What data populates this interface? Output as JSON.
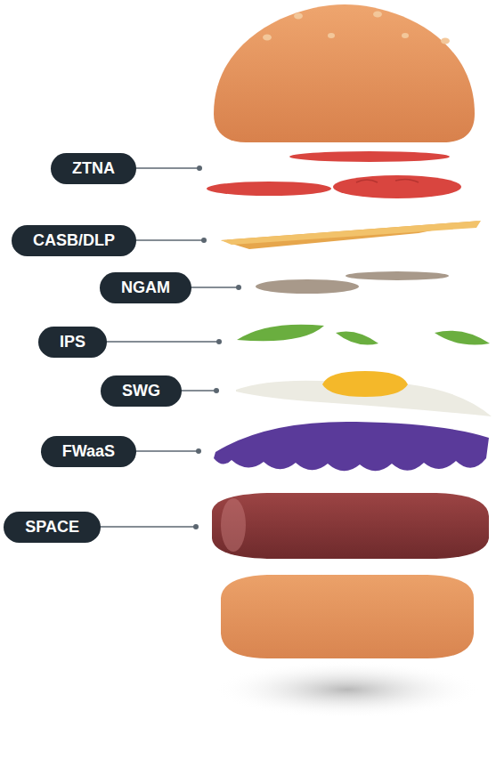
{
  "diagram": {
    "nodes": [
      {
        "text": [
          "ZTNA"
        ]
      },
      {
        "text": [
          "CASB/DLP"
        ]
      },
      {
        "text": [
          "NGAM"
        ]
      },
      {
        "text": [
          "IPS"
        ]
      },
      {
        "text": [
          "SWG"
        ]
      },
      {
        "text": [
          "FWaaS"
        ]
      },
      {
        "text": [
          "SPACE"
        ]
      }
    ]
  }
}
